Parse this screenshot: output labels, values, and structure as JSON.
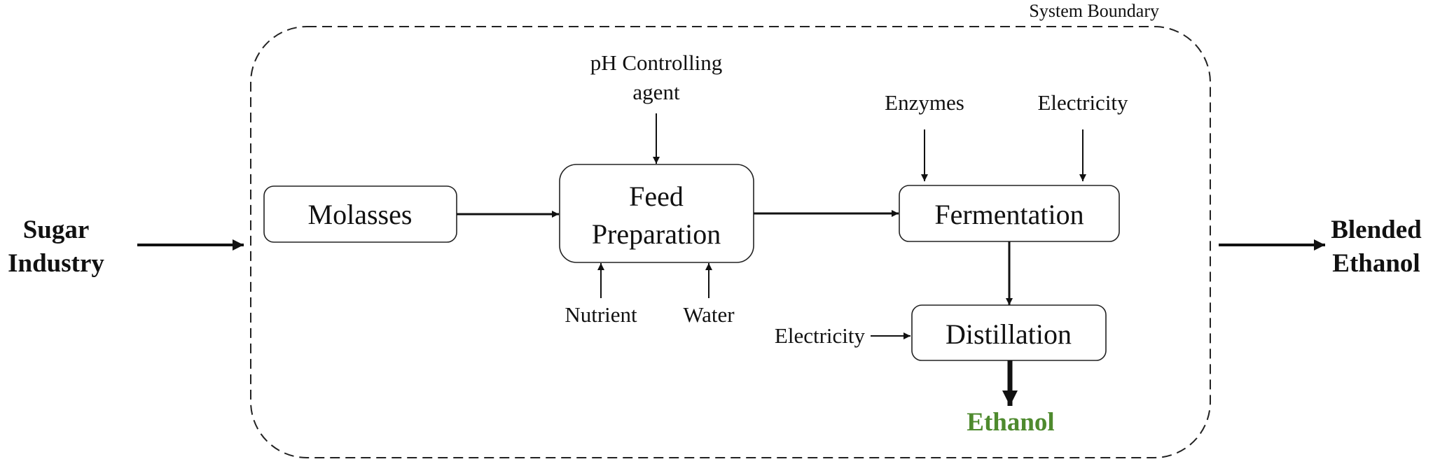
{
  "diagram": {
    "system_boundary_label": "System Boundary",
    "external_input": {
      "line1": "Sugar",
      "line2": "Industry"
    },
    "external_output": {
      "line1": "Blended",
      "line2": "Ethanol"
    },
    "nodes": {
      "molasses": "Molasses",
      "feed_preparation": {
        "line1": "Feed",
        "line2": "Preparation"
      },
      "fermentation": "Fermentation",
      "distillation": "Distillation"
    },
    "inputs": {
      "ph_agent": {
        "line1": "pH Controlling",
        "line2": "agent"
      },
      "nutrient": "Nutrient",
      "water": "Water",
      "enzymes": "Enzymes",
      "electricity_fermentation": "Electricity",
      "electricity_distillation": "Electricity"
    },
    "product": "Ethanol"
  },
  "colors": {
    "line": "#111111",
    "product_text": "#4e8a2e"
  }
}
